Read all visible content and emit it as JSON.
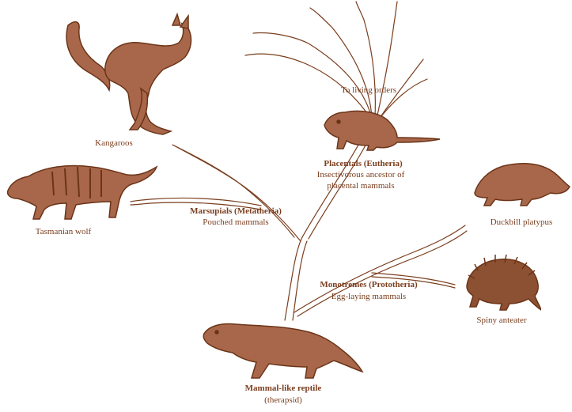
{
  "colors": {
    "ink": "#7a3e1e",
    "fur": "#a8674a",
    "fur_dark": "#6b3418",
    "branch": "#ffffff"
  },
  "labels": {
    "kangaroo": "Kangaroos",
    "tasmanian_wolf": "Tasmanian wolf",
    "to_living_orders": "To living orders",
    "placentals_title": "Placentals (Eutheria)",
    "placentals_line1": "Insectivorous ancestor of",
    "placentals_line2": "placental mammals",
    "marsupials_title": "Marsupials (Metatheria)",
    "marsupials_sub": "Pouched mammals",
    "duckbill": "Duckbill platypus",
    "monotremes_title": "Monotremes (Prototheria)",
    "monotremes_sub": "Egg-laying mammals",
    "spiny": "Spiny anteater",
    "therapsid_title": "Mammal-like reptile",
    "therapsid_sub": "(therapsid)"
  },
  "animals": {
    "kangaroo": "kangaroo-figure",
    "tasmanian_wolf": "tasmanian-wolf-figure",
    "insectivore": "insectivore-figure",
    "platypus": "platypus-figure",
    "echidna": "echidna-figure",
    "therapsid": "therapsid-figure"
  }
}
